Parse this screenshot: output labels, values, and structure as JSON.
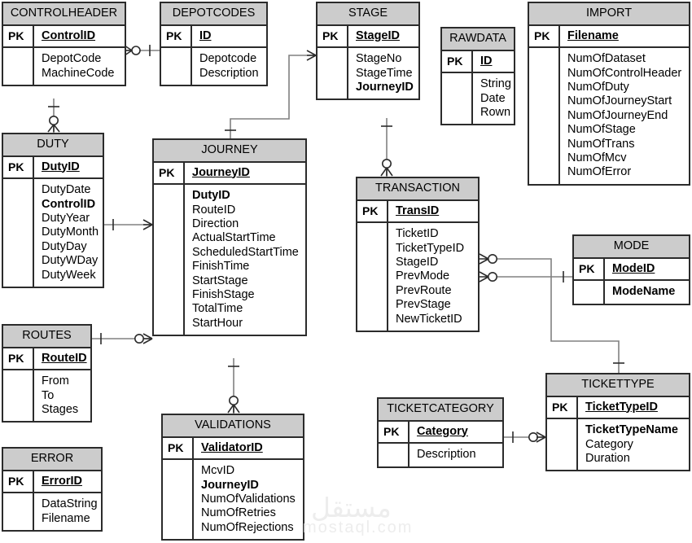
{
  "diagram": {
    "type": "entity-relationship-diagram",
    "notation": "crows-foot",
    "colors": {
      "header_fill": "#cccccc",
      "border": "#2b2b2b",
      "background": "#ffffff",
      "connector": "#808080",
      "watermark": "#ededed"
    },
    "key_label": "PK"
  },
  "watermark": {
    "arabic": "مستقل",
    "latin": "mostaql.com"
  },
  "entities": [
    {
      "id": "controlheader",
      "name": "CONTROLHEADER",
      "pk": "ControlID",
      "attributes": [
        {
          "name": "DepotCode",
          "fk": false
        },
        {
          "name": "MachineCode",
          "fk": false
        }
      ]
    },
    {
      "id": "depotcodes",
      "name": "DEPOTCODES",
      "pk": "ID",
      "attributes": [
        {
          "name": "Depotcode",
          "fk": false
        },
        {
          "name": "Description",
          "fk": false
        }
      ]
    },
    {
      "id": "stage",
      "name": "STAGE",
      "pk": "StageID",
      "attributes": [
        {
          "name": "StageNo",
          "fk": false
        },
        {
          "name": "StageTime",
          "fk": false
        },
        {
          "name": "JourneyID",
          "fk": true
        }
      ]
    },
    {
      "id": "rawdata",
      "name": "RAWDATA",
      "pk": "ID",
      "attributes": [
        {
          "name": "String",
          "fk": false
        },
        {
          "name": "Date",
          "fk": false
        },
        {
          "name": "Rown",
          "fk": false
        }
      ]
    },
    {
      "id": "import",
      "name": "IMPORT",
      "pk": "Filename",
      "attributes": [
        {
          "name": "NumOfDataset",
          "fk": false
        },
        {
          "name": "NumOfControlHeader",
          "fk": false
        },
        {
          "name": "NumOfDuty",
          "fk": false
        },
        {
          "name": "NumOfJourneyStart",
          "fk": false
        },
        {
          "name": "NumOfJourneyEnd",
          "fk": false
        },
        {
          "name": "NumOfStage",
          "fk": false
        },
        {
          "name": "NumOfTrans",
          "fk": false
        },
        {
          "name": "NumOfMcv",
          "fk": false
        },
        {
          "name": "NumOfError",
          "fk": false
        }
      ]
    },
    {
      "id": "duty",
      "name": "DUTY",
      "pk": "DutyID",
      "attributes": [
        {
          "name": "DutyDate",
          "fk": false
        },
        {
          "name": "ControlID",
          "fk": true
        },
        {
          "name": "DutyYear",
          "fk": false
        },
        {
          "name": "DutyMonth",
          "fk": false
        },
        {
          "name": "DutyDay",
          "fk": false
        },
        {
          "name": "DutyWDay",
          "fk": false
        },
        {
          "name": "DutyWeek",
          "fk": false
        }
      ]
    },
    {
      "id": "journey",
      "name": "JOURNEY",
      "pk": "JourneyID",
      "attributes": [
        {
          "name": "DutyID",
          "fk": true
        },
        {
          "name": "RouteID",
          "fk": false
        },
        {
          "name": "Direction",
          "fk": false
        },
        {
          "name": "ActualStartTime",
          "fk": false
        },
        {
          "name": "ScheduledStartTime",
          "fk": false
        },
        {
          "name": "FinishTime",
          "fk": false
        },
        {
          "name": "StartStage",
          "fk": false
        },
        {
          "name": "FinishStage",
          "fk": false
        },
        {
          "name": "TotalTime",
          "fk": false
        },
        {
          "name": "StartHour",
          "fk": false
        }
      ]
    },
    {
      "id": "transaction",
      "name": "TRANSACTION",
      "pk": "TransID",
      "attributes": [
        {
          "name": "TicketID",
          "fk": false
        },
        {
          "name": "TicketTypeID",
          "fk": false
        },
        {
          "name": "StageID",
          "fk": false
        },
        {
          "name": "PrevMode",
          "fk": false
        },
        {
          "name": "PrevRoute",
          "fk": false
        },
        {
          "name": "PrevStage",
          "fk": false
        },
        {
          "name": "NewTicketID",
          "fk": false
        }
      ]
    },
    {
      "id": "mode",
      "name": "MODE",
      "pk": "ModeID",
      "attributes": [
        {
          "name": "ModeName",
          "fk": true
        }
      ]
    },
    {
      "id": "routes",
      "name": "ROUTES",
      "pk": "RouteID",
      "attributes": [
        {
          "name": "From",
          "fk": false
        },
        {
          "name": "To",
          "fk": false
        },
        {
          "name": "Stages",
          "fk": false
        }
      ]
    },
    {
      "id": "validations",
      "name": "VALIDATIONS",
      "pk": "ValidatorID",
      "attributes": [
        {
          "name": "McvID",
          "fk": false
        },
        {
          "name": "JourneyID",
          "fk": true
        },
        {
          "name": "NumOfValidations",
          "fk": false
        },
        {
          "name": "NumOfRetries",
          "fk": false
        },
        {
          "name": "NumOfRejections",
          "fk": false
        }
      ]
    },
    {
      "id": "error",
      "name": "ERROR",
      "pk": "ErrorID",
      "attributes": [
        {
          "name": "DataString",
          "fk": false
        },
        {
          "name": "Filename",
          "fk": false
        }
      ]
    },
    {
      "id": "ticketcategory",
      "name": "TICKETCATEGORY",
      "pk": "Category",
      "attributes": [
        {
          "name": "Description",
          "fk": false
        }
      ]
    },
    {
      "id": "tickettype",
      "name": "TICKETTYPE",
      "pk": "TicketTypeID",
      "attributes": [
        {
          "name": "TicketTypeName",
          "fk": true
        },
        {
          "name": "Category",
          "fk": false
        },
        {
          "name": "Duration",
          "fk": false
        }
      ]
    }
  ],
  "relationships": [
    {
      "id": "rel-controlheader-depotcodes",
      "from": "CONTROLHEADER",
      "to": "DEPOTCODES",
      "from_cardinality": "zero-or-many",
      "to_cardinality": "one"
    },
    {
      "id": "rel-controlheader-duty",
      "from": "CONTROLHEADER",
      "to": "DUTY",
      "from_cardinality": "one",
      "to_cardinality": "zero-or-many"
    },
    {
      "id": "rel-duty-journey",
      "from": "DUTY",
      "to": "JOURNEY",
      "from_cardinality": "one",
      "to_cardinality": "many"
    },
    {
      "id": "rel-routes-journey",
      "from": "ROUTES",
      "to": "JOURNEY",
      "from_cardinality": "one",
      "to_cardinality": "zero-or-many"
    },
    {
      "id": "rel-journey-stage",
      "from": "JOURNEY",
      "to": "STAGE",
      "from_cardinality": "one",
      "to_cardinality": "many"
    },
    {
      "id": "rel-stage-transaction",
      "from": "STAGE",
      "to": "TRANSACTION",
      "from_cardinality": "one",
      "to_cardinality": "zero-or-many"
    },
    {
      "id": "rel-journey-validations",
      "from": "JOURNEY",
      "to": "VALIDATIONS",
      "from_cardinality": "one",
      "to_cardinality": "zero-or-many"
    },
    {
      "id": "rel-transaction-mode",
      "from": "TRANSACTION",
      "to": "MODE",
      "from_cardinality": "zero-or-many",
      "to_cardinality": "one"
    },
    {
      "id": "rel-transaction-tickettype",
      "from": "TRANSACTION",
      "to": "TICKETTYPE",
      "from_cardinality": "zero-or-many",
      "to_cardinality": "one"
    },
    {
      "id": "rel-ticketcategory-tickettype",
      "from": "TICKETCATEGORY",
      "to": "TICKETTYPE",
      "from_cardinality": "one",
      "to_cardinality": "zero-or-many"
    }
  ]
}
